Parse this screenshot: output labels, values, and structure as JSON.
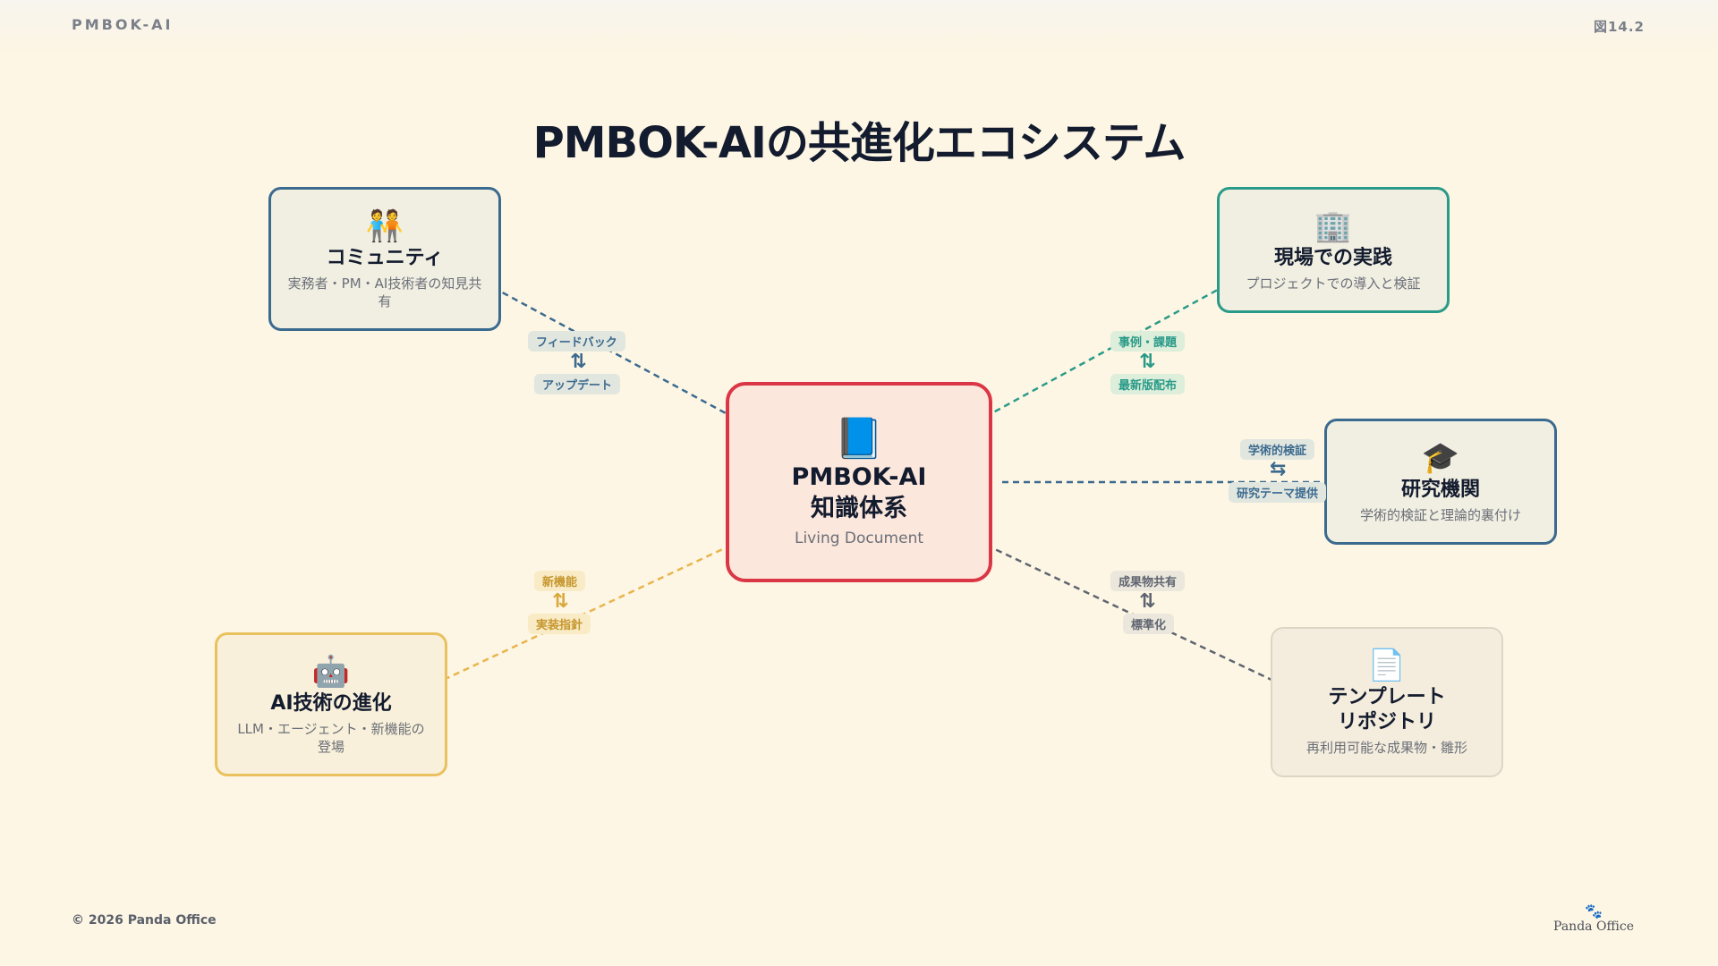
{
  "header": {
    "brand": "PMBOK-AI",
    "figure_number": "図14.2"
  },
  "title": "PMBOK-AIの共進化エコシステム",
  "center": {
    "icon": "book-icon",
    "emoji": "📘",
    "title_line1": "PMBOK-AI",
    "title_line2": "知識体系",
    "subtitle": "Living Document"
  },
  "nodes": {
    "community": {
      "icon": "people-icon",
      "emoji": "🧑‍🤝‍🧑",
      "title": "コミュニティ",
      "desc": "実務者・PM・AI技術者の知見共有",
      "color": "#3b6a8f"
    },
    "practice": {
      "icon": "office-building-icon",
      "emoji": "🏢",
      "title": "現場での実践",
      "desc": "プロジェクトでの導入と検証",
      "color": "#2a9a88"
    },
    "research": {
      "icon": "graduation-cap-icon",
      "emoji": "🎓",
      "title": "研究機関",
      "desc": "学術的検証と理論的裏付け",
      "color": "#3b6a8f"
    },
    "ai": {
      "icon": "robot-icon",
      "emoji": "🤖",
      "title": "AI技術の進化",
      "desc": "LLM・エージェント・新機能の登場",
      "color": "#e9c15e"
    },
    "templates": {
      "icon": "document-icon",
      "emoji": "📄",
      "title_line1": "テンプレート",
      "title_line2": "リポジトリ",
      "desc": "再利用可能な成果物・雛形",
      "color": "#dcd6c6"
    }
  },
  "connectors": {
    "community": {
      "top": "フィードバック",
      "arrow": "⇅",
      "bottom": "アップデート",
      "color": "#3b6a8f",
      "tag_bg": "#e1e6df"
    },
    "practice": {
      "top": "事例・課題",
      "arrow": "⇅",
      "bottom": "最新版配布",
      "color": "#2a9a88",
      "tag_bg": "#ddeedb"
    },
    "research": {
      "top": "学術的検証",
      "arrow": "⇆",
      "bottom": "研究テーマ提供",
      "color": "#3b6a8f",
      "tag_bg": "#e1e6df"
    },
    "ai": {
      "top": "新機能",
      "arrow": "⇅",
      "bottom": "実装指針",
      "color": "#d9a83a",
      "tag_bg": "#f8ebc6"
    },
    "templates": {
      "top": "成果物共有",
      "arrow": "⇅",
      "bottom": "標準化",
      "color": "#5f6570",
      "tag_bg": "#ebe7dc"
    }
  },
  "footer": {
    "copyright": "© 2026 Panda Office",
    "logo_icon": "paw-icon",
    "logo_text": "Panda Office"
  }
}
